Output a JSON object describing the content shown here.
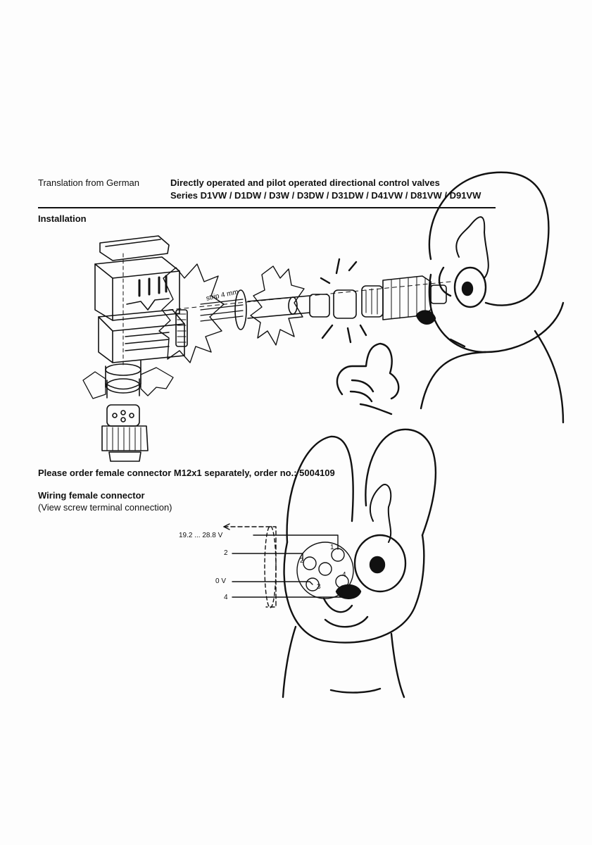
{
  "header": {
    "translation_note": "Translation from German",
    "title": "Directly operated and pilot operated directional control valves",
    "series": "Series D1VW / D1DW / D3W / D3DW / D31DW / D41VW / D81VW / D91VW"
  },
  "sections": {
    "installation": "Installation",
    "strip_label": "strip 4 mm",
    "order_note": "Please order female connector M12x1 separately, order no.: 5004109",
    "wiring_title": "Wiring female connector",
    "wiring_subtitle": "(View screw terminal connection)"
  },
  "wiring": {
    "supply": "19.2 ... 28.8 V",
    "line2": "2",
    "zero_v": "0 V",
    "line4": "4",
    "pin1": "1",
    "pin2": "2",
    "pin3": "3",
    "pin4": "4"
  }
}
